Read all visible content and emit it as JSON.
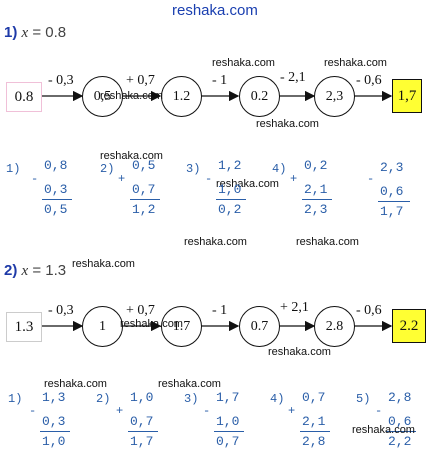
{
  "site_watermark": "reshaka.com",
  "part1": {
    "number": "1)",
    "var": "x",
    "equation": " = 0.8",
    "start_value": "0.8",
    "ops": [
      "- 0,3",
      "+ 0,7",
      "- 1",
      "- 2,1",
      "- 0,6"
    ],
    "circles": [
      "0,5",
      "1.2",
      "0.2",
      "2,3"
    ],
    "end_value": "1,7",
    "calcs": [
      {
        "idx": "1)",
        "sign": "-",
        "a": "0,8",
        "b": "0,3",
        "r": "0,5"
      },
      {
        "idx": "2)",
        "sign": "+",
        "a": "0,5",
        "b": "0,7",
        "r": "1,2"
      },
      {
        "idx": "3)",
        "sign": "-",
        "a": "1,2",
        "b": "1,0",
        "r": "0,2"
      },
      {
        "idx": "4)",
        "sign": "+",
        "a": "0,2",
        "b": "2,1",
        "r": "2,3"
      },
      {
        "idx": "",
        "sign": "-",
        "a": "2,3",
        "b": "0,6",
        "r": "1,7"
      }
    ]
  },
  "part2": {
    "number": "2)",
    "var": "x",
    "equation": " = 1.3",
    "start_value": "1.3",
    "ops": [
      "- 0,3",
      "+ 0,7",
      "- 1",
      "+ 2,1",
      "- 0,6"
    ],
    "circles": [
      "1",
      "1.7",
      "0.7",
      "2.8"
    ],
    "end_value": "2.2",
    "calcs": [
      {
        "idx": "1)",
        "sign": "-",
        "a": "1,3",
        "b": "0,3",
        "r": "1,0"
      },
      {
        "idx": "2)",
        "sign": "+",
        "a": "1,0",
        "b": "0,7",
        "r": "1,7"
      },
      {
        "idx": "3)",
        "sign": "-",
        "a": "1,7",
        "b": "1,0",
        "r": "0,7"
      },
      {
        "idx": "4)",
        "sign": "+",
        "a": "0,7",
        "b": "2,1",
        "r": "2,8"
      },
      {
        "idx": "5)",
        "sign": "-",
        "a": "2,8",
        "b": "0,6",
        "r": "2,2"
      }
    ]
  }
}
